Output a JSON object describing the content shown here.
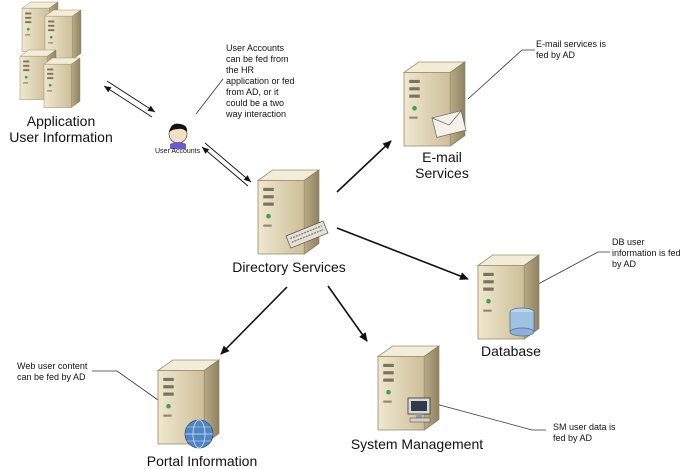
{
  "nodes": {
    "application": {
      "label_line1": "Application",
      "label_line2": "User Information"
    },
    "user_accounts": {
      "label": "User Accounts"
    },
    "directory": {
      "label": "Directory Services"
    },
    "email": {
      "label_line1": "E-mail",
      "label_line2": "Services"
    },
    "database": {
      "label": "Database"
    },
    "portal": {
      "label": "Portal Information"
    },
    "system_management": {
      "label": "System Management"
    }
  },
  "notes": {
    "user_accounts": [
      "User Accounts",
      "can be fed from",
      "the HR",
      "application or fed",
      "from AD, or it",
      "could be a two",
      "way interaction"
    ],
    "email": [
      "E-mail services is",
      "fed by AD"
    ],
    "database": [
      "DB user",
      "information is fed",
      "by AD"
    ],
    "portal": [
      "Web user content",
      "can be fed by AD"
    ],
    "system_management": [
      "SM user data is",
      "fed by AD"
    ]
  },
  "colors": {
    "server_front": "#d8ccaa",
    "server_side": "#a89c78",
    "server_top": "#ece4cc",
    "line": "#111111"
  },
  "icons": [
    "server-icon",
    "person-icon",
    "envelope-icon",
    "database-cylinder-icon",
    "globe-icon",
    "computer-icon",
    "keyboard-icon"
  ]
}
